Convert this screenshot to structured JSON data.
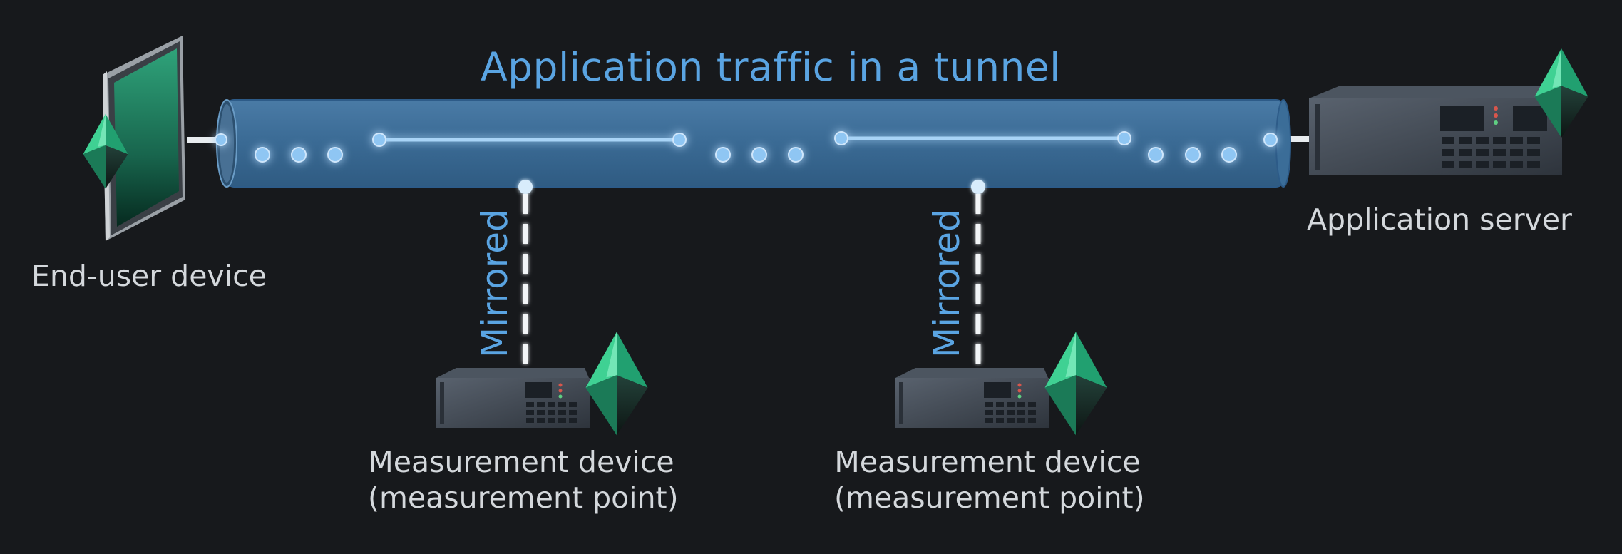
{
  "title": "Application traffic in a tunnel",
  "devices": {
    "end_user": "End-user device",
    "app_server": "Application server",
    "measurement_1": [
      "Measurement device",
      "(measurement point)"
    ],
    "measurement_2": [
      "Measurement device",
      "(measurement point)"
    ]
  },
  "mirror_labels": [
    "Mirrored",
    "Mirrored"
  ],
  "colors": {
    "background": "#17191c",
    "tunnel": "#3a6a94",
    "accent_blue": "#5aa4e2",
    "label": "#d4d8dc",
    "crystal": "#35c08a"
  },
  "icons": [
    "monitor-icon",
    "server-icon",
    "crystal-icon"
  ]
}
